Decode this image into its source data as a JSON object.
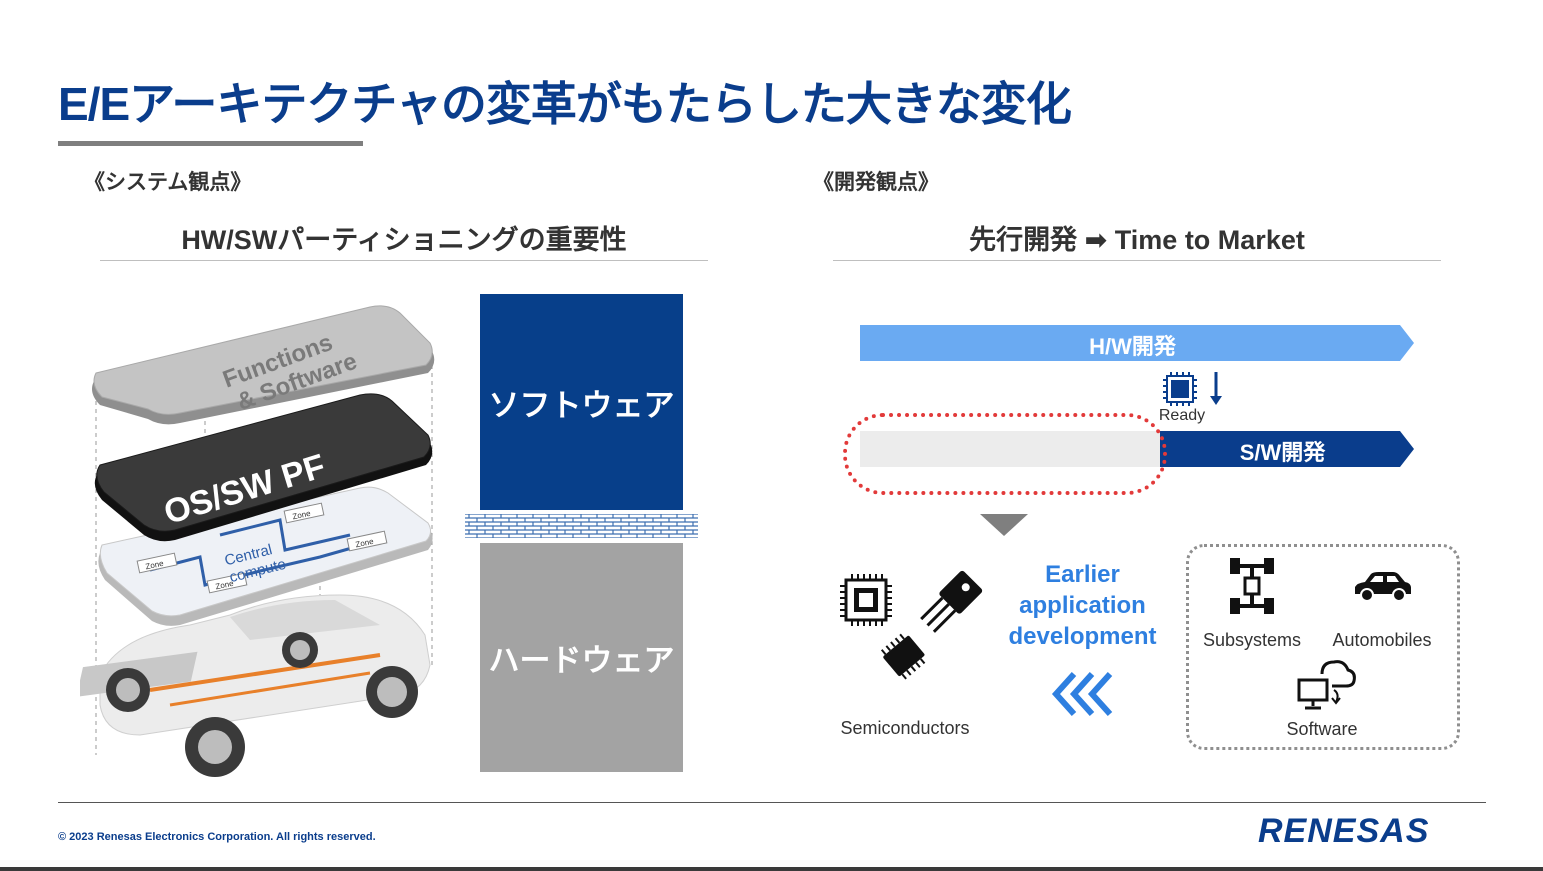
{
  "title": "E/Eアーキテクチャの変革がもたらした大きな変化",
  "left": {
    "section": "《システム観点》",
    "heading": "HW/SWパーティショニングの重要性",
    "layers": {
      "functions_line1": "Functions",
      "functions_line2": "& Software",
      "os": "OS/SW PF",
      "central_line1": "Central",
      "central_line2": "compute",
      "zone": "Zone"
    },
    "software_block": "ソフトウェア",
    "hardware_block": "ハードウェア",
    "colors": {
      "software": "#073f8a",
      "hardware": "#a3a3a3",
      "firewall": "#3d6fb0"
    }
  },
  "right": {
    "section": "《開発観点》",
    "heading": "先行開発 ➡ Time to Market",
    "hw_bar": "H/W開発",
    "sw_bar": "S/W開発",
    "ready": "Ready",
    "earlier_line1": "Earlier",
    "earlier_line2": "application",
    "earlier_line3": "development",
    "semiconductors": "Semiconductors",
    "subsystems": "Subsystems",
    "automobiles": "Automobiles",
    "software": "Software",
    "colors": {
      "hw_bar": "#6aaaf2",
      "sw_bar": "#0a3d8c",
      "highlight": "#e23a3a",
      "accent": "#2e7fe0"
    }
  },
  "footer": {
    "copyright": "© 2023 Renesas Electronics Corporation. All rights reserved.",
    "logo": "RENESAS"
  }
}
